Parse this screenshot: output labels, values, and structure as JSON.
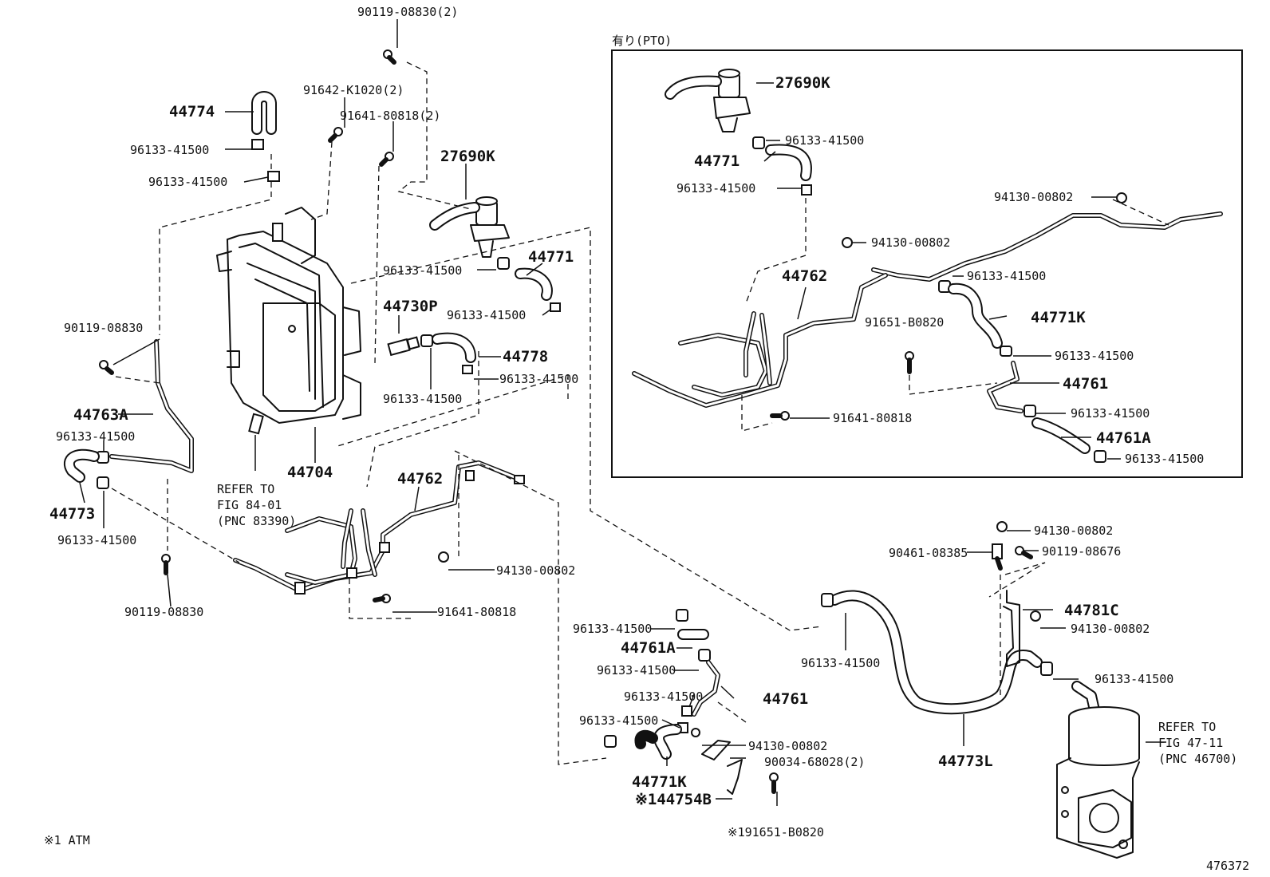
{
  "inset": {
    "title": "有り(PTO)"
  },
  "notes": {
    "atm": "※1 ATM",
    "figure_no": "476372"
  },
  "refs": {
    "fig84": [
      "REFER TO",
      "FIG 84-01",
      "(PNC 83390)"
    ],
    "fig47": [
      "REFER TO",
      "FIG 47-11",
      "(PNC 46700)"
    ]
  },
  "labels": {
    "l_90119_08830_2": "90119-08830(2)",
    "l_91642_k1020_2": "91642-K1020(2)",
    "l_91641_80818_2": "91641-80818(2)",
    "l_27690k": "27690K",
    "l_44774": "44774",
    "l_96133_a": "96133-41500",
    "l_96133_b": "96133-41500",
    "l_96133_c": "96133-41500",
    "l_44771": "44771",
    "l_44730p": "44730P",
    "l_96133_d": "96133-41500",
    "l_44778": "44778",
    "l_96133_e": "96133-41500",
    "l_96133_f": "96133-41500",
    "l_90119_08830_a": "90119-08830",
    "l_44763a": "44763A",
    "l_96133_g": "96133-41500",
    "l_44773": "44773",
    "l_96133_h": "96133-41500",
    "l_90119_08830_b": "90119-08830",
    "l_44704": "44704",
    "l_44762": "44762",
    "l_94130_00802_a": "94130-00802",
    "l_91641_80818_a": "91641-80818",
    "l_96133_i": "96133-41500",
    "l_44761a": "44761A",
    "l_96133_j": "96133-41500",
    "l_96133_k": "96133-41500",
    "l_44761": "44761",
    "l_96133_l": "96133-41500",
    "l_94130_00802_b": "94130-00802",
    "l_90034": "90034-68028(2)",
    "l_44771k": "44771K",
    "l_44754b": "※144754B",
    "l_91651_b0820_a": "※191651-B0820",
    "l_94130_00802_c": "94130-00802",
    "l_90461": "90461-08385",
    "l_90119_08676": "90119-08676",
    "l_44781c": "44781C",
    "l_94130_00802_d": "94130-00802",
    "l_96133_m": "96133-41500",
    "l_96133_n": "96133-41500",
    "l_44773l": "44773L",
    "i_27690k": "27690K",
    "i_96133_a": "96133-41500",
    "i_44771": "44771",
    "i_96133_b": "96133-41500",
    "i_94130_a": "94130-00802",
    "i_94130_b": "94130-00802",
    "i_44762": "44762",
    "i_96133_c": "96133-41500",
    "i_91651": "91651-B0820",
    "i_44771k": "44771K",
    "i_96133_d": "96133-41500",
    "i_44761": "44761",
    "i_96133_e": "96133-41500",
    "i_44761a": "44761A",
    "i_96133_f": "96133-41500",
    "i_91641": "91641-80818"
  }
}
